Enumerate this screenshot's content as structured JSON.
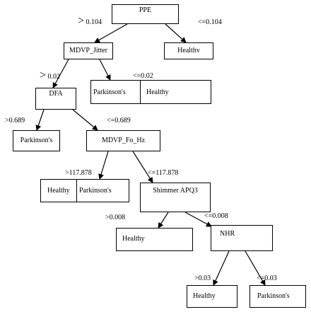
{
  "nodes": {
    "root": "PPE",
    "jitter": "MDVP_Jitter",
    "healthy_top": "Healthv",
    "dfa": "DFA",
    "dfa_left": "Parkinson's",
    "fo": "MDVP_Fo_Hz",
    "shimmer": "Shimmer APQ3",
    "shimmer_left": "Healthy",
    "nhr": "NHR",
    "nhr_left": "Healthy",
    "nhr_right": "Parkinson's"
  },
  "split_leaves": {
    "jitter_right": {
      "left": "Parkinson's",
      "right": "Healthy"
    },
    "fo_left": {
      "left": "Healthy",
      "right": "Parkinson's"
    }
  },
  "edge_labels": {
    "root_gt_symbol": ">",
    "root_gt_value": "0.104",
    "root_le": "<=0.104",
    "jitter_gt_symbol": ">",
    "jitter_gt_value": "0.02",
    "jitter_le": "<=0.02",
    "dfa_gt": ">0.689",
    "dfa_le": "<=0.689",
    "fo_gt": ">117.878",
    "fo_le": "<=117.878",
    "shimmer_gt": ">0.008",
    "shimmer_le": "<=0.008",
    "nhr_gt": ">0.03",
    "nhr_le": "<=0.03"
  }
}
